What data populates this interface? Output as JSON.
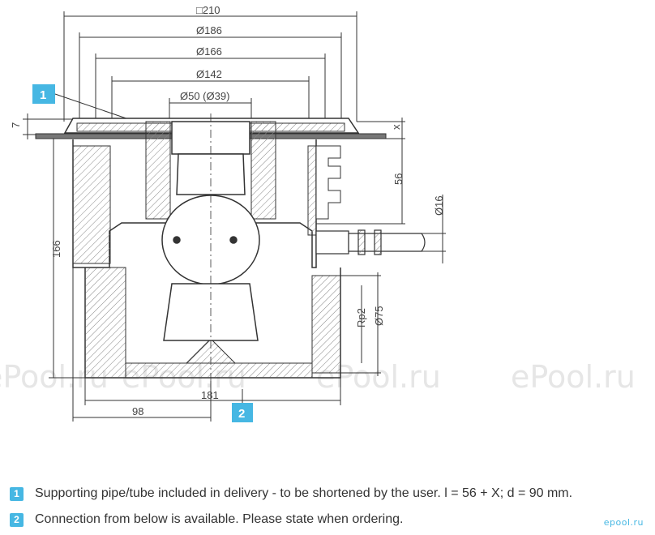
{
  "dimensions": {
    "width_square": "□210",
    "d186": "Ø186",
    "d166": "Ø166",
    "d142": "Ø142",
    "d50": "Ø50 (Ø39)",
    "h7": "7",
    "x": "x",
    "h56": "56",
    "d16": "Ø16",
    "h166": "166",
    "rp2": "Rp2",
    "d75": "Ø75",
    "w181": "181",
    "w98": "98"
  },
  "callouts": {
    "one": "1",
    "two": "2"
  },
  "watermark": {
    "text": "ePool.ru"
  },
  "notes": [
    {
      "badge": "1",
      "text": "Supporting pipe/tube included in delivery - to be shortened by the user. l = 56 + X; d = 90 mm."
    },
    {
      "badge": "2",
      "text": "Connection from below is available. Please state when ordering."
    }
  ],
  "brand": "epool.ru",
  "colors": {
    "accent": "#46b7e3",
    "line": "#333333",
    "hatch": "#999999"
  }
}
